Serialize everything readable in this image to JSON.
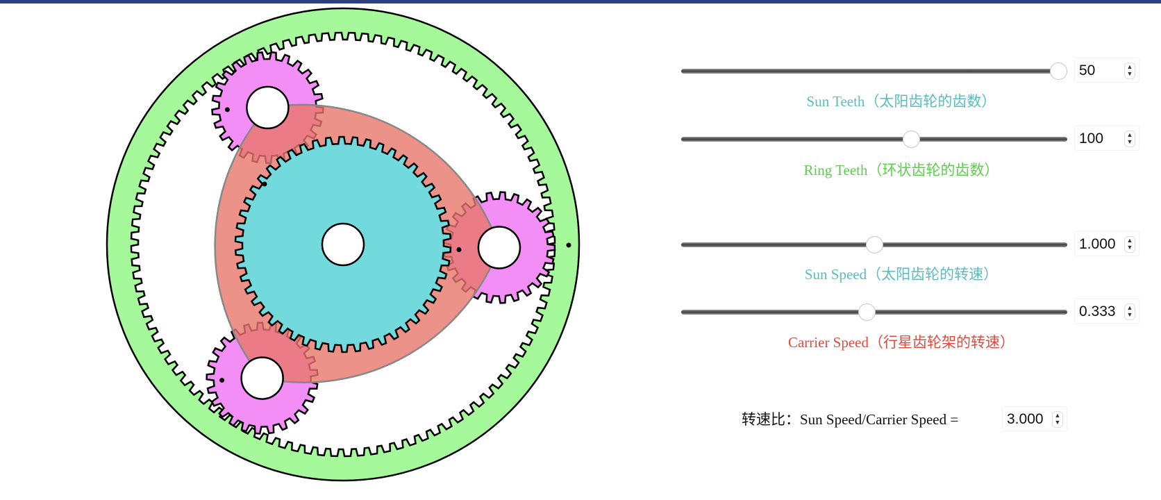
{
  "colors": {
    "topbar": "#2d3f7c",
    "ring": "#a6f99a",
    "sun": "#72d9dc",
    "planet": "#f28ef5",
    "carrier": "#e8776b",
    "sun_label": "#5bbcbf",
    "ring_label": "#5ccf4a",
    "carrier_label": "#e24a3f"
  },
  "gears": {
    "sun_teeth": 50,
    "ring_teeth": 100,
    "planet_count": 3
  },
  "controls": [
    {
      "id": "sun-teeth",
      "label": "Sun Teeth（太阳齿轮的齿数）",
      "value": "50",
      "position": 1.0,
      "color_key": "sun_label"
    },
    {
      "id": "ring-teeth",
      "label": "Ring Teeth（环状齿轮的齿数）",
      "value": "100",
      "position": 0.6,
      "color_key": "ring_label"
    },
    {
      "id": "sun-speed",
      "label": "Sun Speed（太阳齿轮的转速）",
      "value": "1.000",
      "position": 0.5,
      "color_key": "sun_label"
    },
    {
      "id": "carrier-speed",
      "label": "Carrier Speed（行星齿轮架的转速）",
      "value": "0.333",
      "position": 0.48,
      "color_key": "carrier_label"
    }
  ],
  "ratio": {
    "label": "转速比：Sun Speed/Carrier Speed =",
    "value": "3.000"
  }
}
